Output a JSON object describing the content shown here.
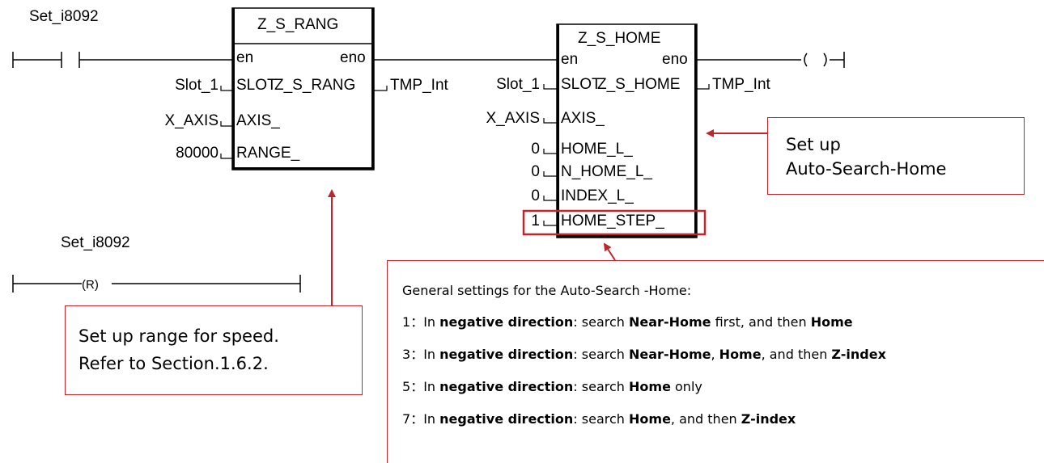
{
  "ladder": {
    "contact_label": "Set_i8092",
    "reset_label": "Set_i8092",
    "reset_symbol": "(R)",
    "coil_symbol": "( )",
    "block1": {
      "title": "Z_S_RANG",
      "en": "en",
      "eno": "eno",
      "slot_pin": "SLOT",
      "output_name": "Z_S_RANG",
      "output_var": "TMP_Int",
      "axis_pin": "AXIS_",
      "range_pin": "RANGE_",
      "slot_in": "Slot_1",
      "axis_in": "X_AXIS",
      "range_in": "80000"
    },
    "block2": {
      "title": "Z_S_HOME",
      "en": "en",
      "eno": "eno",
      "slot_pin": "SLOT",
      "output_name": "Z_S_HOME",
      "output_var": "TMP_Int",
      "axis_pin": "AXIS_",
      "home_l_pin": "HOME_L_",
      "n_home_l_pin": "N_HOME_L_",
      "index_l_pin": "INDEX_L_",
      "home_step_pin": "HOME_STEP_",
      "slot_in": "Slot_1",
      "axis_in": "X_AXIS",
      "home_l_in": "0",
      "n_home_l_in": "0",
      "index_l_in": "0",
      "home_step_in": "1"
    }
  },
  "callouts": {
    "home_setup": [
      "Set up",
      "Auto-Search-Home"
    ],
    "range_setup": [
      "Set up range for speed.",
      "Refer to Section.1.6.2."
    ],
    "general": {
      "heading": "General settings for the Auto-Search -Home:",
      "lines": [
        {
          "num": "1",
          "sep": "：In ",
          "dir": "negative direction",
          "t1": ": search ",
          "b1": "Near-Home",
          "t2": " first, and then ",
          "b2": "Home",
          "t3": "",
          "b3": ""
        },
        {
          "num": "3",
          "sep": "：In ",
          "dir": "negative direction",
          "t1": ": search ",
          "b1": "Near-Home",
          "t2": ", ",
          "b2": "Home",
          "t3": ", and then ",
          "b3": "Z-index"
        },
        {
          "num": "5",
          "sep": "：In ",
          "dir": "negative direction",
          "t1": ": search ",
          "b1": "Home",
          "t2": " only",
          "b2": "",
          "t3": "",
          "b3": ""
        },
        {
          "num": "7",
          "sep": "：In ",
          "dir": "negative direction",
          "t1": ": search ",
          "b1": "Home",
          "t2": ", and then ",
          "b2": "Z-index",
          "t3": "",
          "b3": ""
        }
      ]
    }
  },
  "colors": {
    "accent": "#c0262d",
    "line": "#000000"
  }
}
